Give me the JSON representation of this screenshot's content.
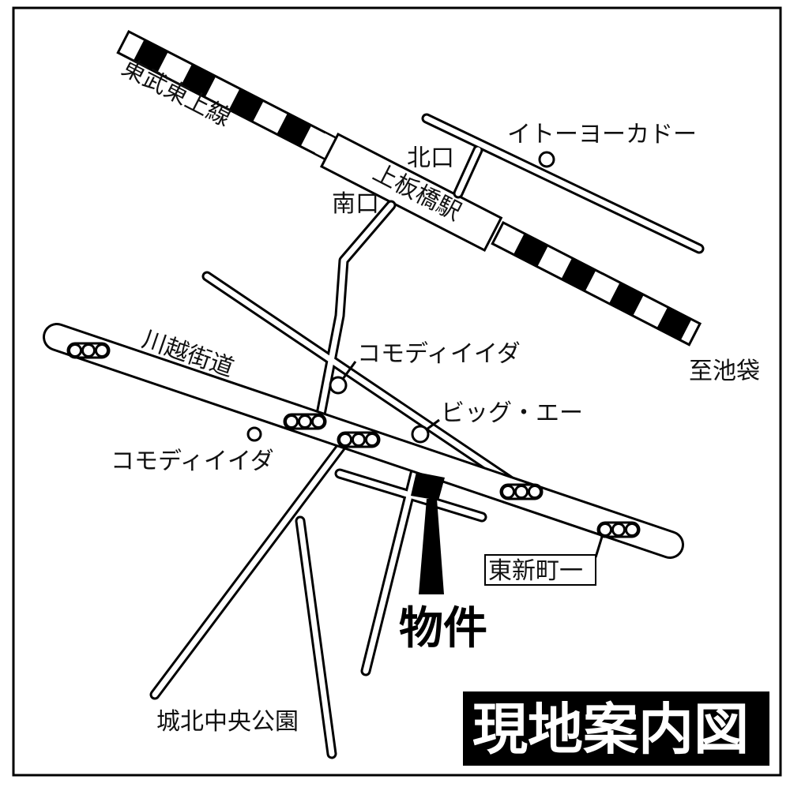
{
  "map": {
    "title": "現地案内図",
    "property_label": "物件",
    "colors": {
      "ink": "#000000",
      "paper": "#ffffff"
    },
    "railway": {
      "line_name": "東武東上線",
      "station_name": "上板橋駅",
      "direction_label": "至池袋",
      "exits": {
        "north": "北口",
        "south": "南口"
      }
    },
    "roads": {
      "main_road": "川越街道"
    },
    "intersection_label": "東新町一",
    "landmarks": [
      {
        "name": "イトーヨーカドー"
      },
      {
        "name": "コモディイイダ"
      },
      {
        "name": "ビッグ・エー"
      },
      {
        "name": "コモディイイダ"
      },
      {
        "name": "城北中央公園"
      }
    ],
    "icons": {
      "traffic_signal": "traffic-signal-icon",
      "landmark_marker": "circle-marker-icon",
      "property_marker": "property-pin-icon"
    }
  }
}
